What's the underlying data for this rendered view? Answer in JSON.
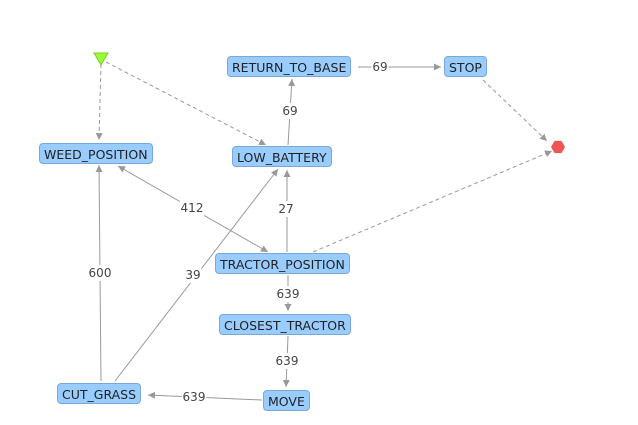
{
  "graph": {
    "nodes": [
      {
        "id": "weed_position",
        "label": "WEED_POSITION"
      },
      {
        "id": "low_battery",
        "label": "LOW_BATTERY"
      },
      {
        "id": "return_to_base",
        "label": "RETURN_TO_BASE"
      },
      {
        "id": "stop",
        "label": "STOP"
      },
      {
        "id": "tractor_position",
        "label": "TRACTOR_POSITION"
      },
      {
        "id": "closest_tractor",
        "label": "CLOSEST_TRACTOR"
      },
      {
        "id": "cut_grass",
        "label": "CUT_GRASS"
      },
      {
        "id": "move",
        "label": "MOVE"
      }
    ],
    "special_nodes": [
      {
        "id": "start",
        "shape": "triangle-down",
        "color": "#99ff33"
      },
      {
        "id": "end",
        "shape": "hexagon",
        "color": "#ee5555"
      }
    ],
    "edges": [
      {
        "from": "start",
        "to": "weed_position",
        "style": "dashed",
        "label": ""
      },
      {
        "from": "start",
        "to": "low_battery",
        "style": "dashed",
        "label": ""
      },
      {
        "from": "low_battery",
        "to": "return_to_base",
        "style": "solid",
        "label": "69"
      },
      {
        "from": "return_to_base",
        "to": "stop",
        "style": "solid",
        "label": "69"
      },
      {
        "from": "stop",
        "to": "end",
        "style": "dashed",
        "label": ""
      },
      {
        "from": "tractor_position",
        "to": "end",
        "style": "dashed",
        "label": ""
      },
      {
        "from": "weed_position",
        "to": "tractor_position",
        "style": "solid",
        "label": "412",
        "bidirectional": true
      },
      {
        "from": "tractor_position",
        "to": "low_battery",
        "style": "solid",
        "label": "27"
      },
      {
        "from": "tractor_position",
        "to": "closest_tractor",
        "style": "solid",
        "label": "639"
      },
      {
        "from": "closest_tractor",
        "to": "move",
        "style": "solid",
        "label": "639"
      },
      {
        "from": "move",
        "to": "cut_grass",
        "style": "solid",
        "label": "639"
      },
      {
        "from": "cut_grass",
        "to": "weed_position",
        "style": "solid",
        "label": "600"
      },
      {
        "from": "cut_grass",
        "to": "low_battery",
        "style": "solid",
        "label": "39"
      }
    ],
    "colors": {
      "node_fill": "#99ccff",
      "node_border": "#7aa8d6",
      "edge": "#999999",
      "start": "#99ff33",
      "end": "#ee5555"
    }
  }
}
